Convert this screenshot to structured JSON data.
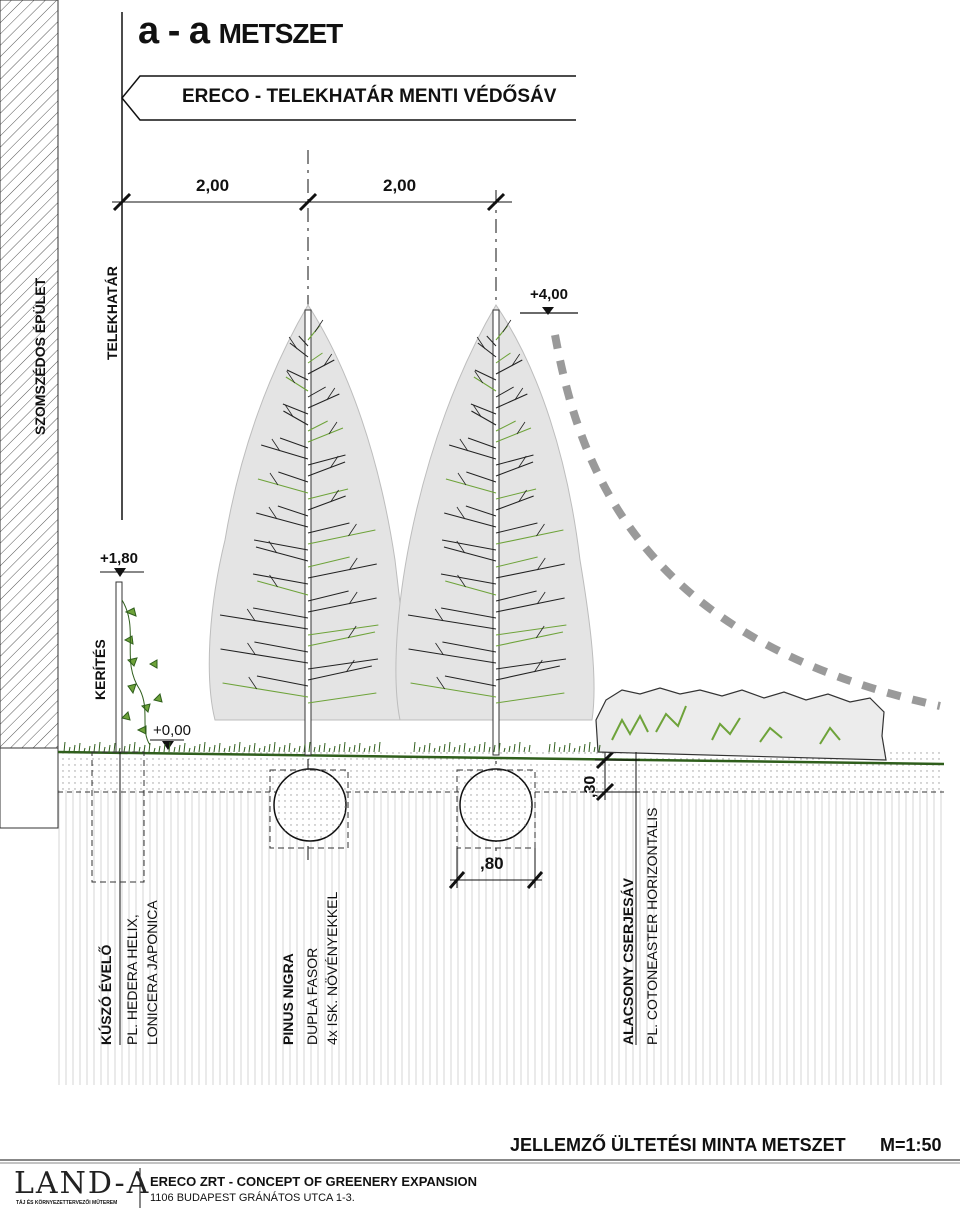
{
  "title": {
    "main": "a - a",
    "suffix": "METSZET"
  },
  "header_banner": "ERECO - TELEKHATÁR MENTI VÉDŐSÁV",
  "dimensions": {
    "span_1": "2,00",
    "span_2": "2,00",
    "pit_width": ",80",
    "soil_depth": ",30"
  },
  "levels": {
    "top": "+4,00",
    "fence": "+1,80",
    "ground": "+0,00"
  },
  "labels": {
    "neighbor_building": "SZOMSZÉDOS ÉPÜLET",
    "property_line": "TELEKHATÁR",
    "fence": "KERÍTÉS"
  },
  "plants": [
    {
      "name": "KÚSZÓ ÉVELŐ",
      "detail_1": "PL. HEDERA HELIX,",
      "detail_2": "LONICERA JAPONICA"
    },
    {
      "name": "PINUS NIGRA",
      "detail_1": "DUPLA FASOR",
      "detail_2": "4x ISK. NÖVÉNYEKKEL"
    },
    {
      "name": "ALACSONY CSERJESÁV",
      "detail_1": "PL. COTONEASTER HORIZONTALIS",
      "detail_2": ""
    }
  ],
  "footer": {
    "section_title": "JELLEMZŐ ÜLTETÉSI MINTA METSZET",
    "scale": "M=1:50",
    "company_logo": "LAND-A",
    "company_tagline": "TÁJ ÉS KÖRNYEZETTERVEZŐI MŰTEREM",
    "project": "ERECO ZRT - CONCEPT OF GREENERY EXPANSION",
    "address": "1106 BUDAPEST GRÁNÁTOS UTCA 1-3."
  },
  "colors": {
    "foliage_accent": "#6ea33a",
    "canopy_fill": "#e8e8e8",
    "ground_line": "#2f5e1c",
    "hatch": "#555555"
  },
  "icons": [
    "level-marker-icon",
    "dimension-tick-icon",
    "banner-arrow-icon"
  ]
}
